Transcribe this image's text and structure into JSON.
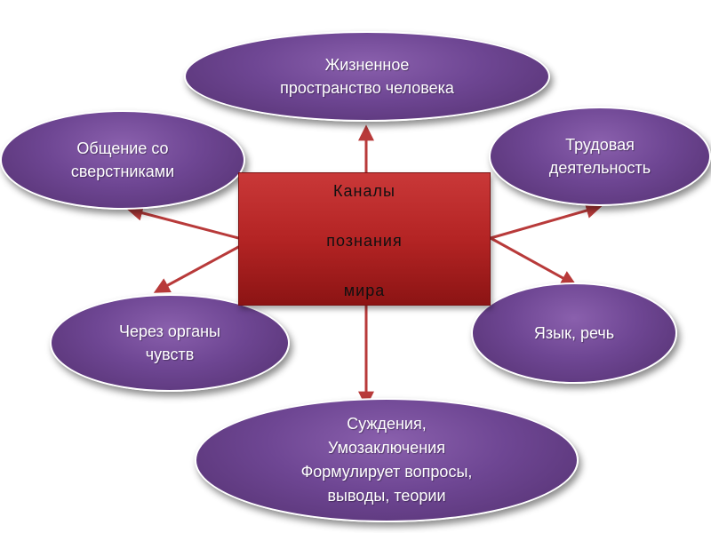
{
  "center": {
    "line1": "Каналы",
    "line2": "познания",
    "line3": "мира"
  },
  "nodes": {
    "top": [
      "Жизненное",
      "пространство человека"
    ],
    "top_left": [
      "Общение со",
      "сверстниками"
    ],
    "top_right": [
      "Трудовая",
      "деятельность"
    ],
    "bottom_left": [
      "Через органы",
      "чувств"
    ],
    "bottom_right": [
      "Язык, речь"
    ],
    "bottom": [
      "Суждения,",
      "Умозаключения",
      "Формулирует вопросы,",
      "выводы, теории"
    ]
  },
  "colors": {
    "ellipse_fill": "#6e4693",
    "ellipse_border": "#ffffff",
    "center_fill": "#b42424",
    "arrow": "#b83a3a",
    "text_on_ellipse": "#ffffff",
    "text_on_center": "#111111"
  }
}
